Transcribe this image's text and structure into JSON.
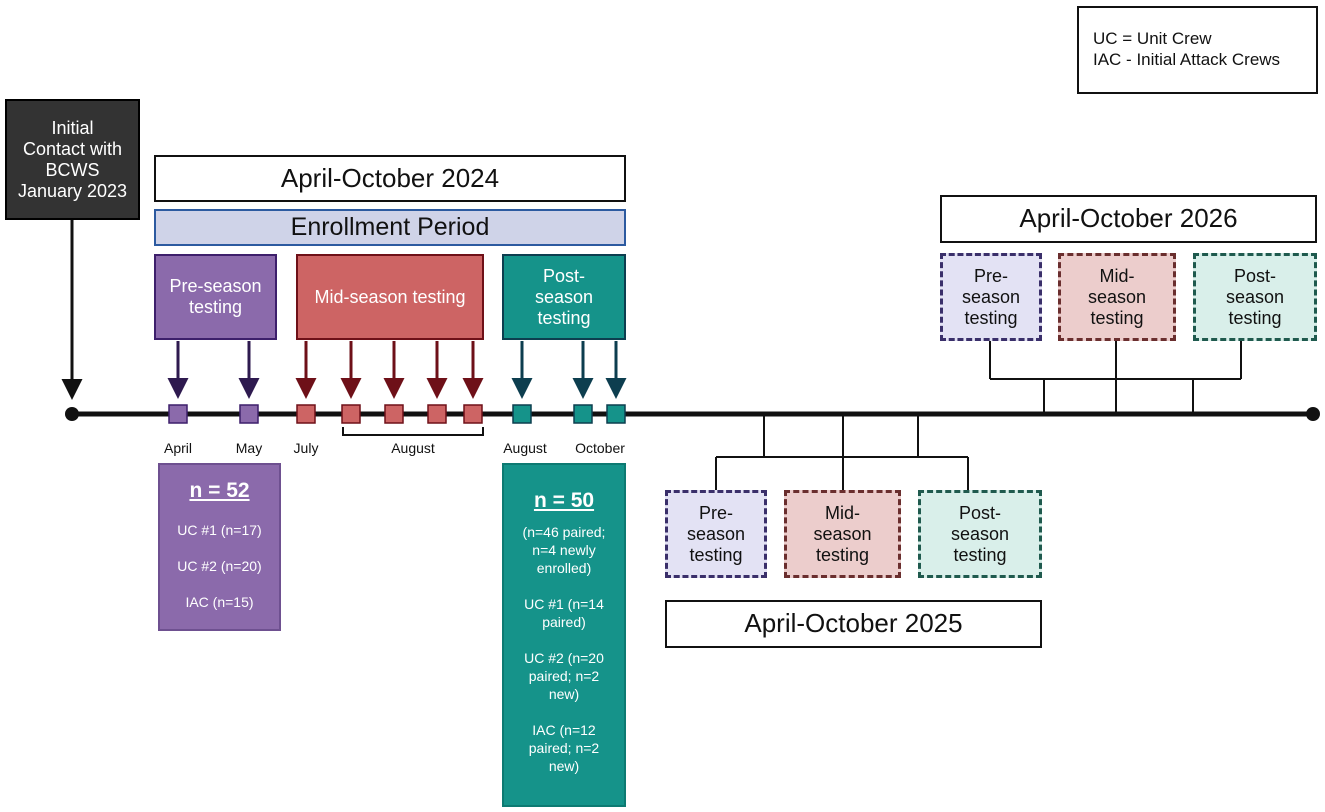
{
  "legend": {
    "line1": "UC = Unit Crew",
    "line2": "IAC - Initial Attack Crews"
  },
  "initial_contact": [
    "Initial",
    "Contact with",
    "BCWS",
    "January 2023"
  ],
  "year_2024": "April-October 2024",
  "enrollment": "Enrollment Period",
  "phases_2024": {
    "pre": "Pre-season testing",
    "mid": "Mid-season testing",
    "post": [
      "Post-",
      "season",
      "testing"
    ]
  },
  "months": {
    "april": "April",
    "may": "May",
    "july": "July",
    "august_mid": "August",
    "august_post": "August",
    "october": "October"
  },
  "pre_stats": {
    "n": "n = 52",
    "uc1": "UC #1 (n=17)",
    "uc2": "UC #2 (n=20)",
    "iac": "IAC (n=15)"
  },
  "post_stats": {
    "n": "n = 50",
    "note": [
      "(n=46 paired;",
      "n=4 newly",
      "enrolled)"
    ],
    "uc1": [
      "UC #1 (n=14",
      "paired)"
    ],
    "uc2": [
      "UC #2 (n=20",
      "paired; n=2",
      "new)"
    ],
    "iac": [
      "IAC (n=12",
      "paired; n=2",
      "new)"
    ]
  },
  "year_2025": "April-October 2025",
  "year_2026": "April-October 2026",
  "phases_future": {
    "pre": [
      "Pre-",
      "season",
      "testing"
    ],
    "mid": [
      "Mid-",
      "season",
      "testing"
    ],
    "post": [
      "Post-",
      "season",
      "testing"
    ]
  },
  "colors": {
    "pre": "#8b6aab",
    "mid": "#cd6464",
    "post": "#15938a",
    "timeline": "#111111"
  }
}
